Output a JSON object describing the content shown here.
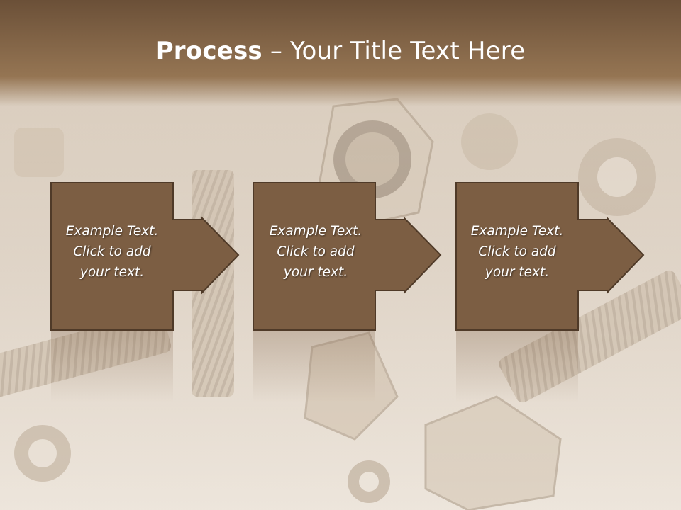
{
  "slide": {
    "title_bold": "Process",
    "title_rest": " – Your Title Text Here"
  },
  "steps": [
    {
      "line1": "Example Text.",
      "line2": "Click  to add",
      "line3": "your text."
    },
    {
      "line1": "Example Text.",
      "line2": "Click  to add",
      "line3": "your text."
    },
    {
      "line1": "Example Text.",
      "line2": "Click  to add",
      "line3": "your text."
    }
  ],
  "colors": {
    "header_top": "#6b5038",
    "header_bottom": "#957553",
    "box_fill": "#7c5e43",
    "box_border": "#4f3a28",
    "background": "#efe9e2"
  },
  "icons": {
    "arrow": "right-arrow-icon"
  }
}
